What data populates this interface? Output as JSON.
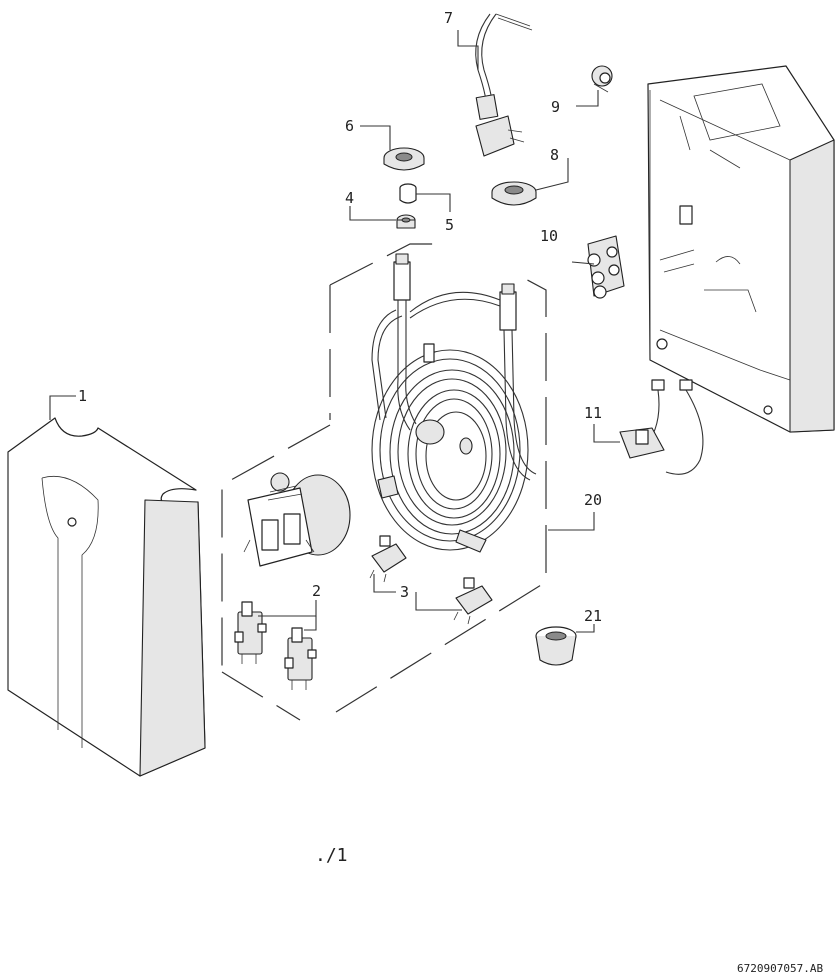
{
  "diagram": {
    "callouts": [
      {
        "id": "1",
        "label": "1"
      },
      {
        "id": "2",
        "label": "2"
      },
      {
        "id": "3",
        "label": "3"
      },
      {
        "id": "4",
        "label": "4"
      },
      {
        "id": "5",
        "label": "5"
      },
      {
        "id": "6",
        "label": "6"
      },
      {
        "id": "7",
        "label": "7"
      },
      {
        "id": "8",
        "label": "8"
      },
      {
        "id": "9",
        "label": "9"
      },
      {
        "id": "10",
        "label": "10"
      },
      {
        "id": "11",
        "label": "11"
      },
      {
        "id": "20",
        "label": "20"
      },
      {
        "id": "21",
        "label": "21"
      }
    ],
    "footer_note": "./1",
    "document_code": "6720907057.AB"
  }
}
